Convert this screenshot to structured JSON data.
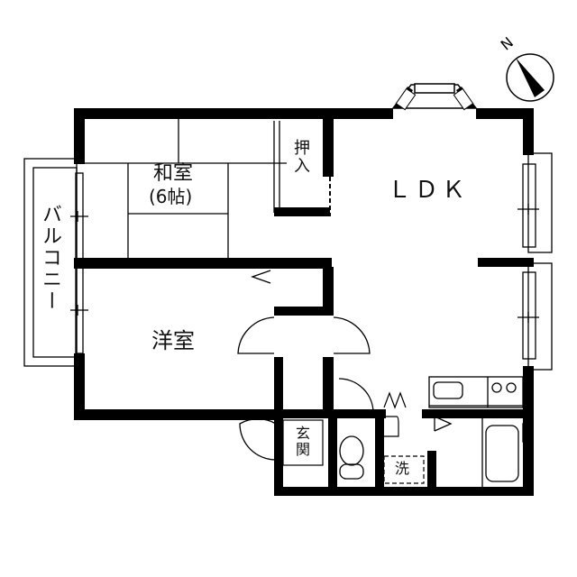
{
  "floor_plan": {
    "compass": {
      "label": "N",
      "icon": "north-arrow-icon"
    },
    "rooms": {
      "washitsu": {
        "name": "和室",
        "size": "(6帖)"
      },
      "oshiire": {
        "name": "押入"
      },
      "ldk": {
        "name": "ＬＤＫ"
      },
      "youshitsu": {
        "name": "洋室"
      },
      "balcony": {
        "name": "バルコニー"
      },
      "genkan": {
        "name": "玄関"
      },
      "sen": {
        "name": "洗"
      }
    },
    "colors": {
      "wall": "#000000",
      "line": "#111111",
      "background": "#ffffff"
    }
  }
}
